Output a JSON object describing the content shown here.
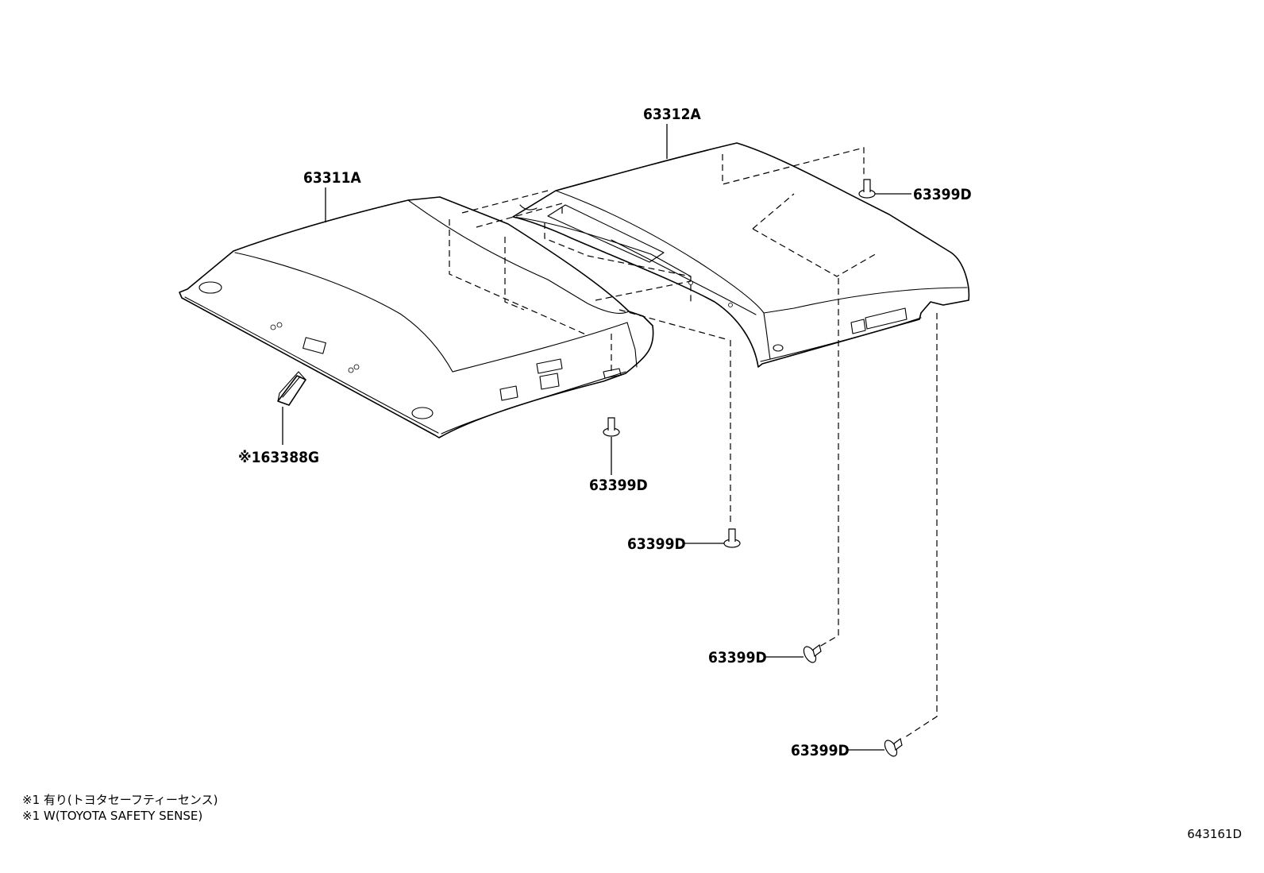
{
  "labels": {
    "part_63311A": "63311A",
    "part_63312A": "63312A",
    "part_63388G": "※163388G",
    "clip_top_right": "63399D",
    "clip_center": "63399D",
    "clip_middle": "63399D",
    "clip_lower": "63399D",
    "clip_bottom": "63399D"
  },
  "notes": [
    "※1 有り(トヨタセーフティーセンス)",
    "※1 W(TOYOTA SAFETY SENSE)"
  ],
  "diagram_code": "643161D"
}
